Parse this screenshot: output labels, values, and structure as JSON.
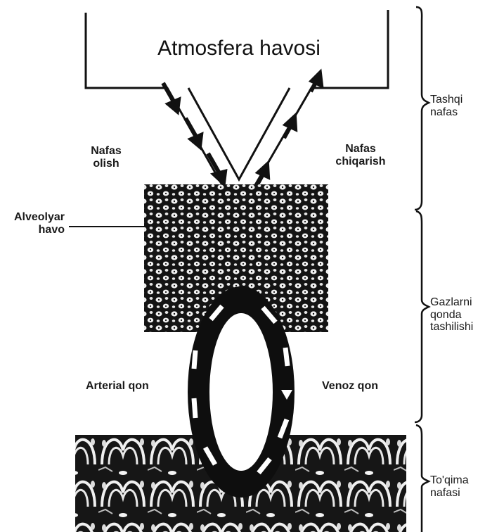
{
  "diagram": {
    "box_title": "Atmosfera havosi",
    "inhale_label_line1": "Nafas",
    "inhale_label_line2": "olish",
    "exhale_label_line1": "Nafas",
    "exhale_label_line2": "chiqarish",
    "alveolar_label_line1": "Alveolyar",
    "alveolar_label_line2": "havo",
    "arterial_label": "Arterial qon",
    "venous_label": "Venoz qon",
    "stages": [
      {
        "line1": "Tashqi",
        "line2": "nafas",
        "line3": ""
      },
      {
        "line1": "Gazlarni",
        "line2": "qonda",
        "line3": "tashilishi"
      },
      {
        "line1": "To'qima",
        "line2": "nafasi",
        "line3": ""
      }
    ]
  }
}
